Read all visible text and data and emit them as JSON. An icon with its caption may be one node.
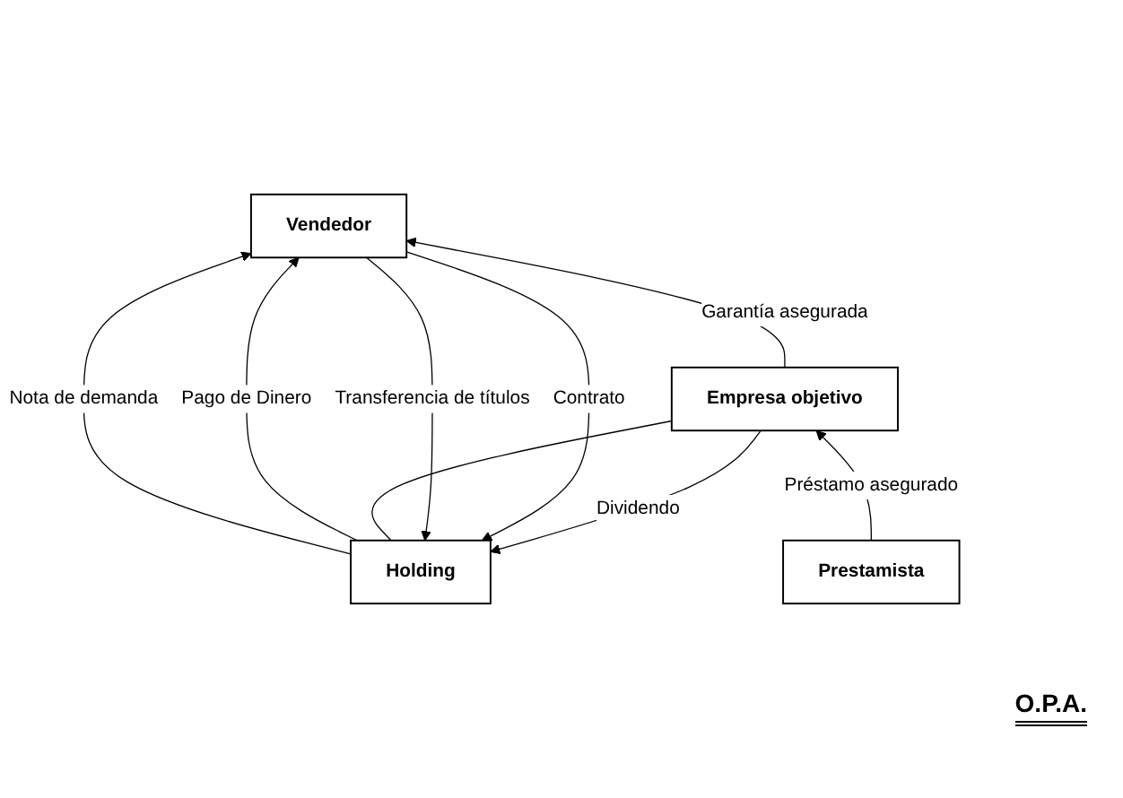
{
  "diagram": {
    "nodes": [
      {
        "text": [
          "Holding"
        ]
      },
      {
        "text": [
          "Vendedor"
        ]
      },
      {
        "text": [
          "Empresa objetivo"
        ]
      },
      {
        "text": [
          "Prestamista"
        ]
      }
    ],
    "edges": [
      {
        "from": 1,
        "to": 0,
        "arrow": "to",
        "label": "Transferencia de títulos"
      },
      {
        "from": 0,
        "to": 1,
        "arrow": "to",
        "label": "Nota de demanda"
      },
      {
        "from": 1,
        "to": 0,
        "arrow": "to",
        "label": "Contrato"
      },
      {
        "from": 0,
        "to": 1,
        "arrow": "to",
        "label": "Pago de Dinero"
      },
      {
        "from": 2,
        "to": 0,
        "arrow": "to",
        "label": "Dividendo"
      },
      {
        "from": 0,
        "to": 2,
        "arrow": "none"
      },
      {
        "from": 2,
        "to": 1,
        "arrow": "to",
        "label": "Garantía asegurada"
      },
      {
        "from": 3,
        "to": 2,
        "arrow": "to",
        "label": "Préstamo asegurado"
      }
    ],
    "labels": [
      "O.P.A."
    ]
  }
}
